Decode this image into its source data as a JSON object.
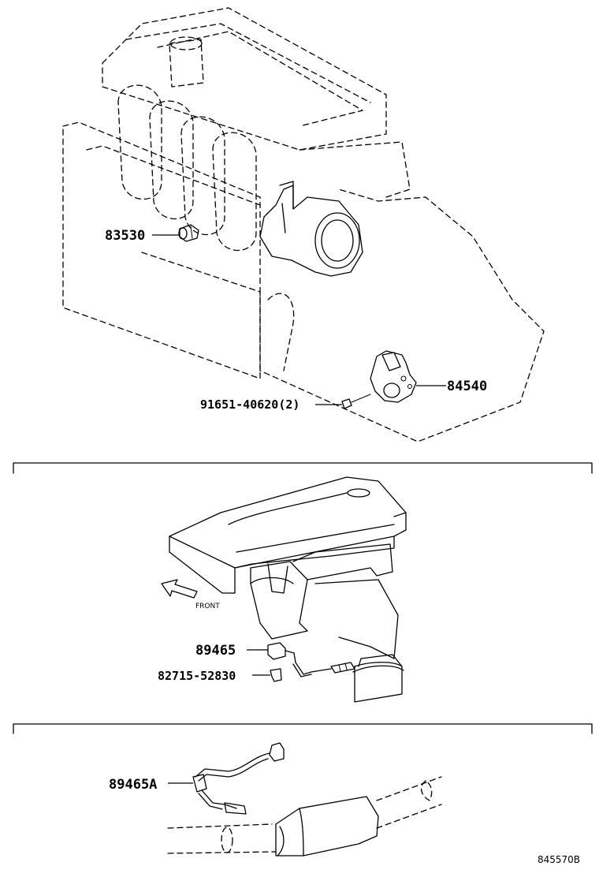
{
  "labels": {
    "p83530": "83530",
    "p84540": "84540",
    "p91651": "91651-40620(2)",
    "p89465": "89465",
    "p82715": "82715-52830",
    "p89465a": "89465A",
    "front": "FRONT",
    "ref": "845570B"
  }
}
